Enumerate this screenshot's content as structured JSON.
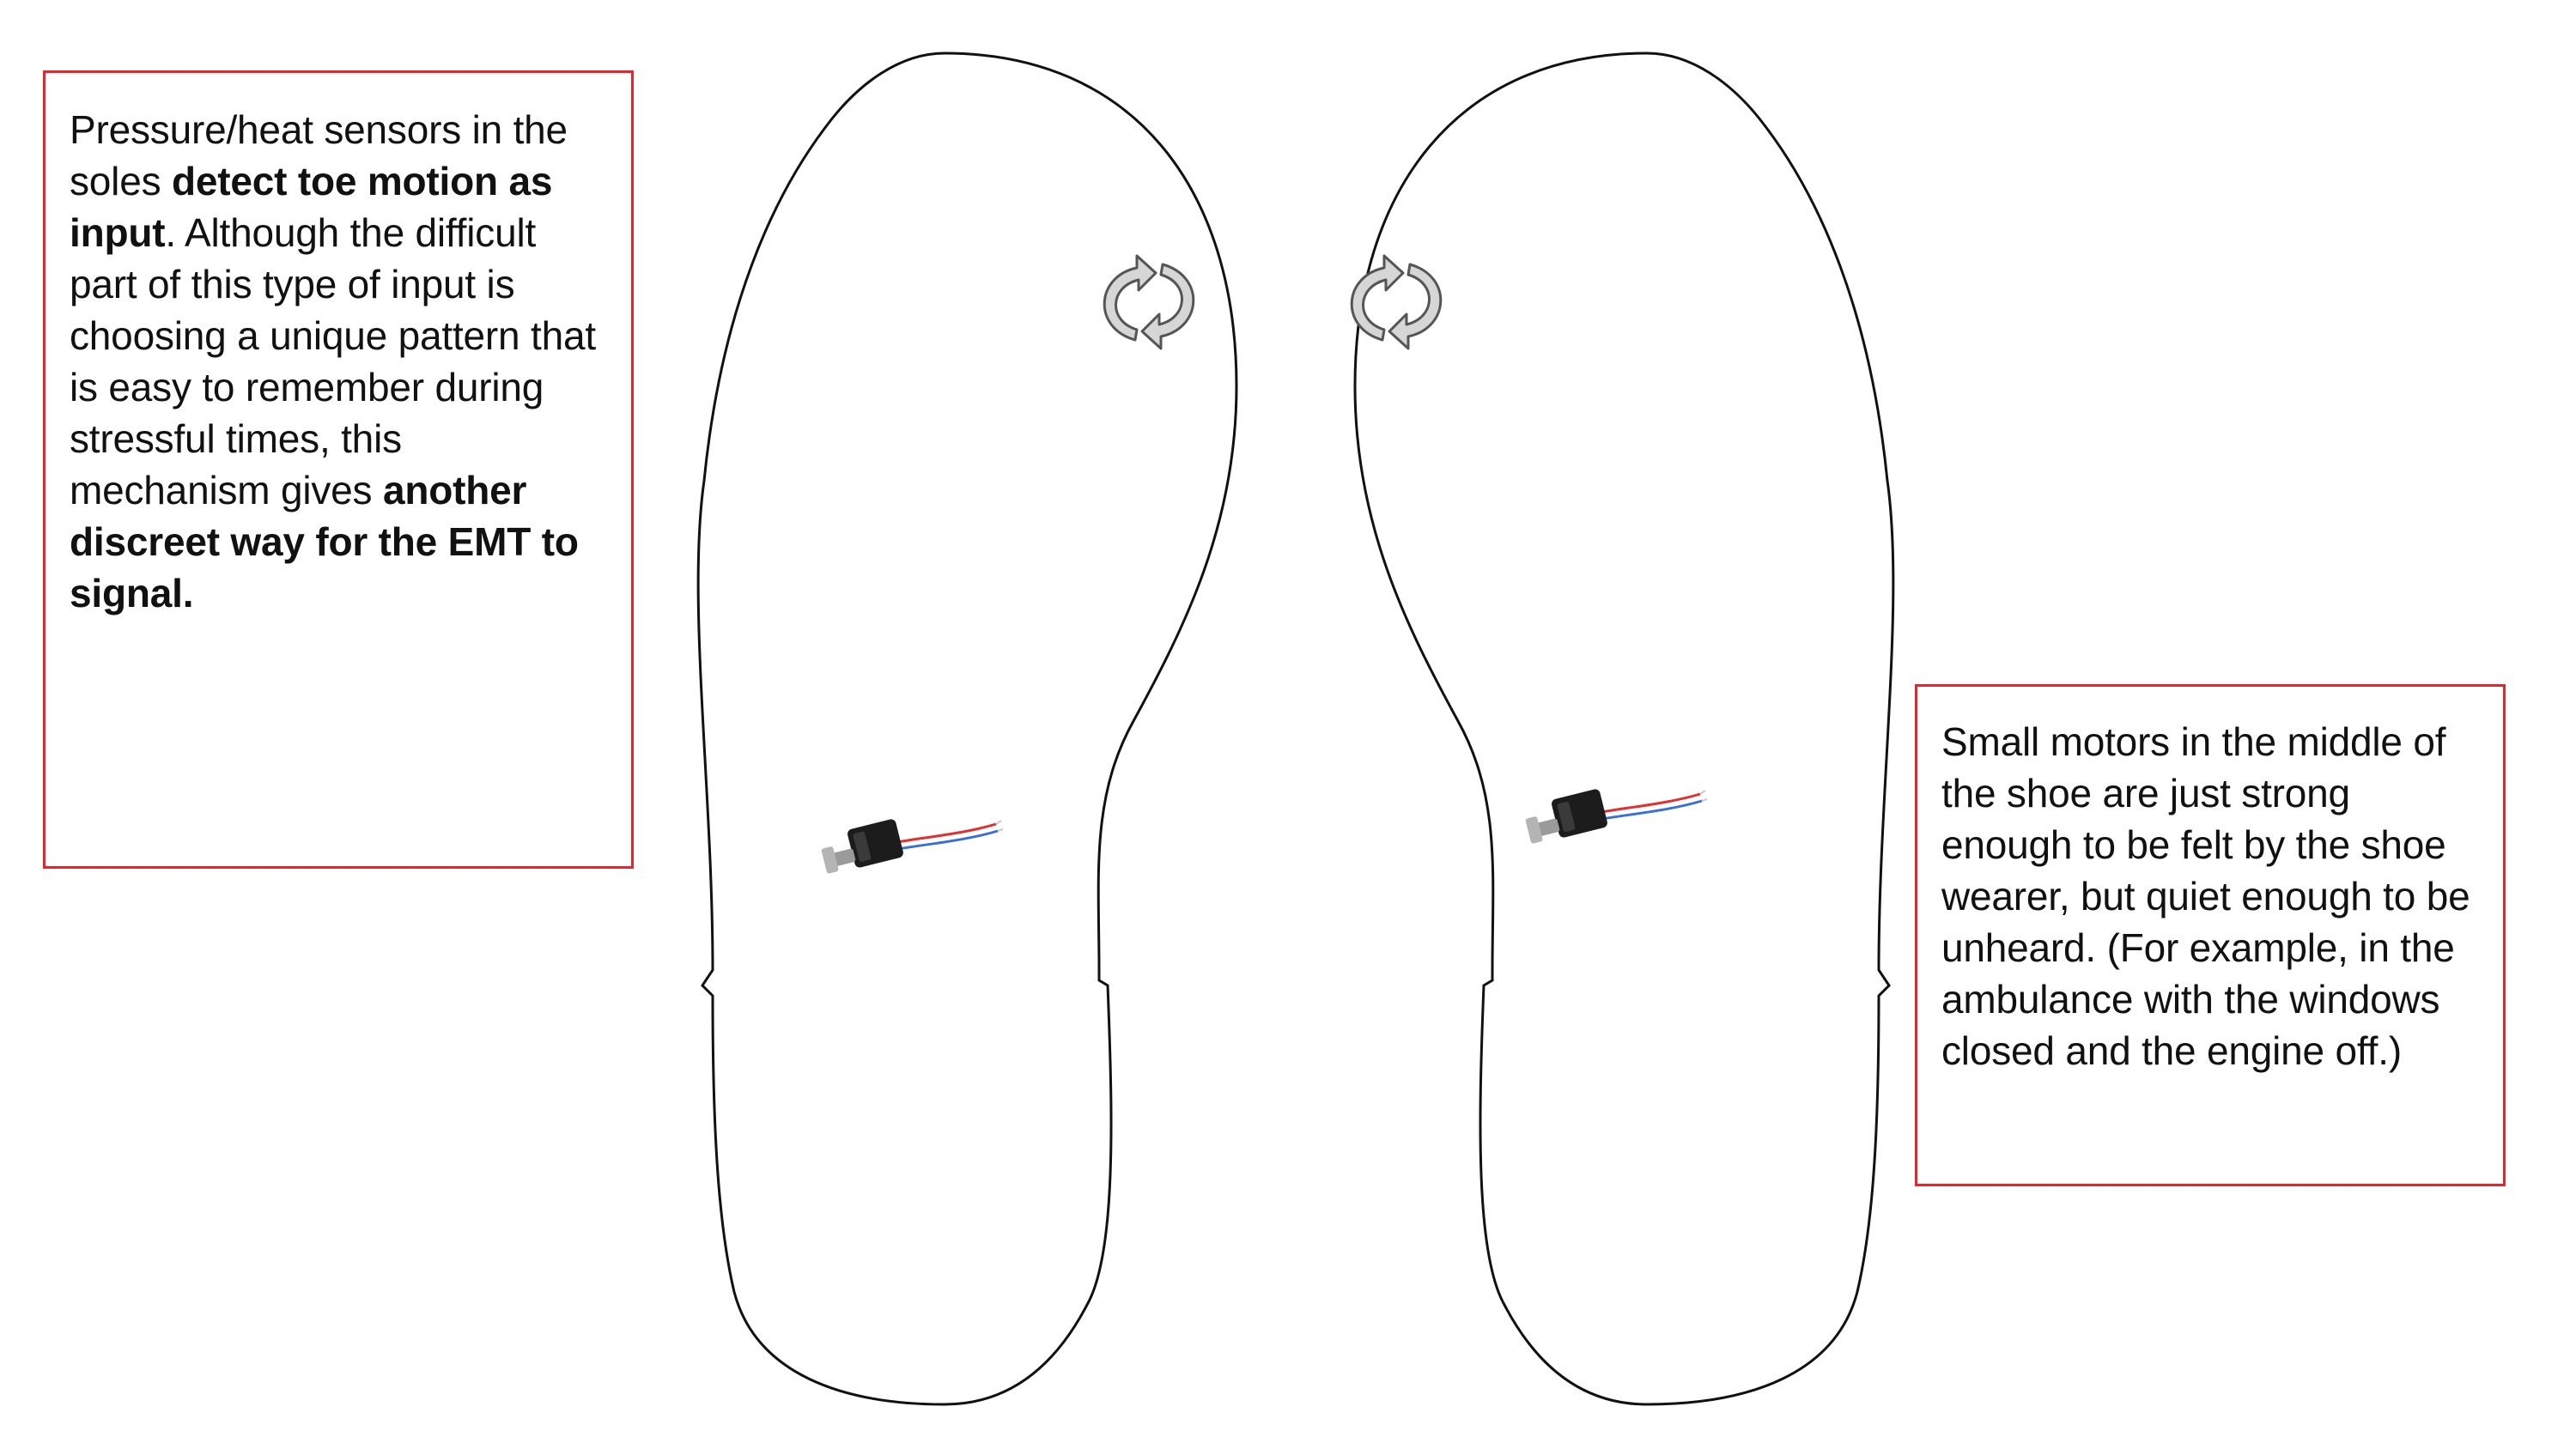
{
  "callouts": {
    "sensors": {
      "t1": "Pressure/heat sensors in the soles ",
      "b1": "detect toe motion as input",
      "t2": ". Although the difficult part of this type of input is choosing a unique pattern that is easy to remember during stressful times, this mechanism gives ",
      "b2": "another discreet way for the EMT to signal."
    },
    "motors": {
      "text": "Small motors in the middle of the shoe are just strong enough to be felt by the shoe wearer, but quiet enough to be unheard. (For example, in the ambulance with the windows closed and the engine off.)"
    }
  },
  "icons": {
    "rotate": "rotate-arrows-icon",
    "motor": "vibration-motor-icon"
  },
  "colors": {
    "callout_border": "#e8252a",
    "outline": "#111111",
    "arrow_fill": "#d6d6d6",
    "arrow_stroke": "#555555",
    "motor_body": "#1c1c1c",
    "motor_shaft": "#9a9a9a",
    "wire_red": "#e03030",
    "wire_blue": "#3a6fd8"
  }
}
